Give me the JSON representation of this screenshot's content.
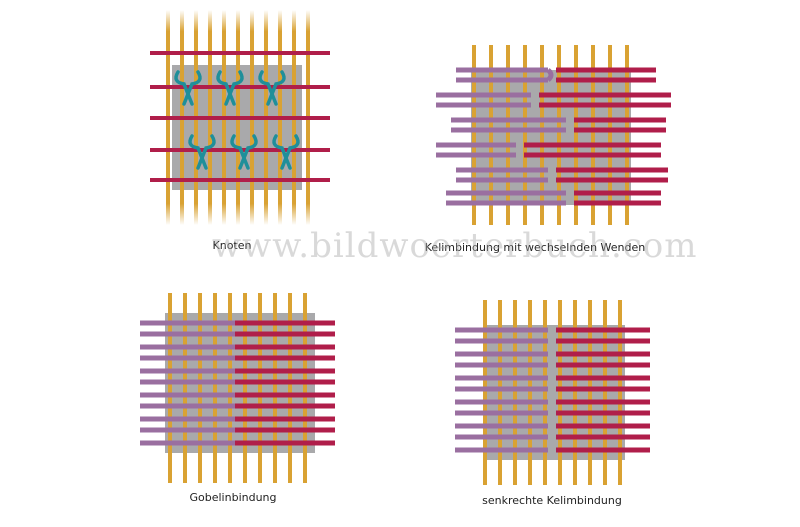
{
  "colors": {
    "warp": "#d9a233",
    "warp_dark": "#a8741a",
    "weft_red": "#b01e4a",
    "weft_red_light": "#e06888",
    "weft_purple": "#9a6fa0",
    "weft_purple_light": "#c9a8cc",
    "knot": "#1f8f9a",
    "background_fill": "#a9a9ab"
  },
  "watermark": "www.bildwoerterbuch.com",
  "panels": [
    {
      "id": "knoten",
      "caption": "Knoten"
    },
    {
      "id": "kelim-wechselnd",
      "caption": "Kelimbindung mit wechselnden Wenden"
    },
    {
      "id": "gobelin",
      "caption": "Gobelinbindung"
    },
    {
      "id": "senkrecht-kelim",
      "caption": "senkrechte Kelimbindung"
    }
  ]
}
